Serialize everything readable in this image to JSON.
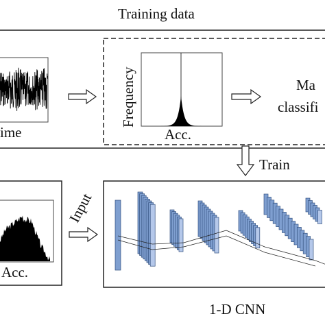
{
  "top_section": {
    "title": "Training data",
    "time_panel": {
      "xlabel": "ime"
    },
    "histogram_panel": {
      "ylabel": "Frequency",
      "xlabel": "Acc."
    },
    "manual_box": {
      "line1": "Ma",
      "line2": "classifi"
    }
  },
  "train_label": "Train",
  "bottom_section": {
    "input_panel": {
      "xlabel": "Acc."
    },
    "input_label": "Input",
    "cnn_label": "1-D CNN"
  },
  "colors": {
    "layer_fill": "#7f9fd0",
    "layer_side": "#b5c8ea",
    "layer_stroke": "#33507f",
    "line": "#222222"
  }
}
